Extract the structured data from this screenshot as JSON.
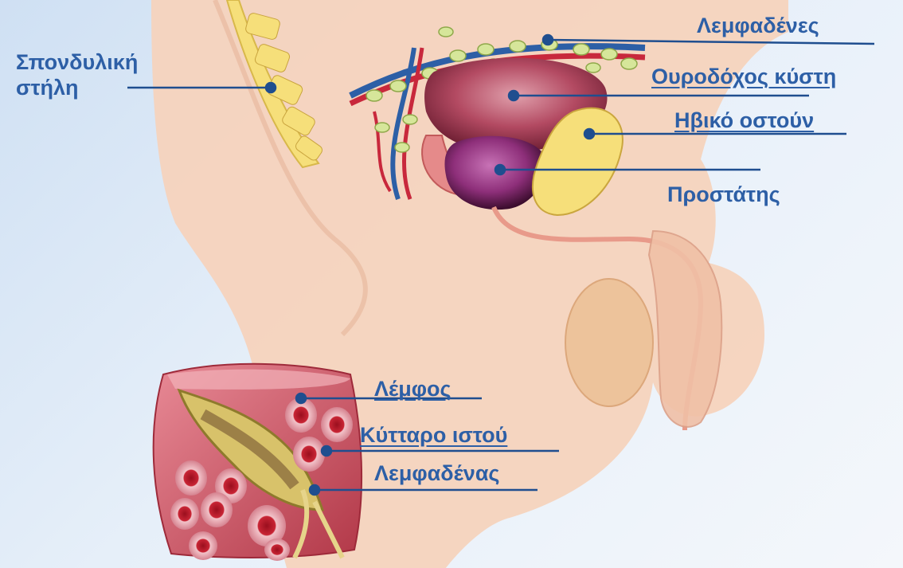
{
  "labels": {
    "spine": "Σπονδυλική στήλη",
    "lymph_nodes": "Λεμφαδένες",
    "bladder": "Ουροδόχος κύστη",
    "pubic_bone": "Ηβικό οστούν",
    "prostate": "Προστάτης",
    "lymph": "Λέμφος",
    "tissue_cell": "Κύτταρο ιστού",
    "lymph_node": "Λεμφαδένας"
  },
  "colors": {
    "label": "#2d5fa6",
    "leader_line": "#1f4e8f",
    "skin": "#f5d3bd",
    "bone": "#f6df7a",
    "bladder": "#a83a52",
    "prostate": "#8e2f7a",
    "inset_tissue": "#c94b5c"
  }
}
